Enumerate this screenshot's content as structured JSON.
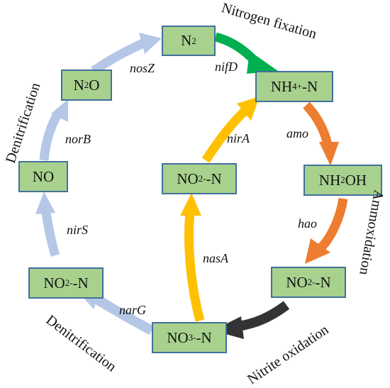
{
  "nodes": {
    "n2": {
      "base": "N",
      "sub": "2",
      "sup": "",
      "tail": ""
    },
    "nh4": {
      "base": "NH",
      "sub": "4",
      "sup": "+",
      "tail": "-N"
    },
    "nh2oh": {
      "base": "NH",
      "sub": "2",
      "sup": "",
      "tail": "OH"
    },
    "no2_right": {
      "base": "NO",
      "sub": "2",
      "sup": "-",
      "tail": "-N"
    },
    "no3": {
      "base": "NO",
      "sub": "3",
      "sup": "-",
      "tail": "-N"
    },
    "no2_left": {
      "base": "NO",
      "sub": "2",
      "sup": "-",
      "tail": "-N"
    },
    "no": {
      "base": "NO",
      "sub": "",
      "sup": "",
      "tail": ""
    },
    "n2o": {
      "base": "N",
      "sub": "2",
      "sup": "",
      "tail": "O"
    },
    "no2_center": {
      "base": "NO",
      "sub": "2",
      "sup": "-",
      "tail": "-N"
    }
  },
  "genes": {
    "nosZ": "nosZ",
    "nifD": "nifD",
    "amo": "amo",
    "hao": "hao",
    "norB": "norB",
    "nirS": "nirS",
    "narG": "narG",
    "nirA": "nirA",
    "nasA": "nasA"
  },
  "processes": {
    "nitrogen_fixation": "Nitrogen fixation",
    "denitrification_top": "Denitrification",
    "ammoxidation": "Ammoxidation",
    "nitrite_oxidation": "Nitrite oxidation",
    "denitrification_bottom": "Denitrification"
  },
  "colors": {
    "node_fill": "#a9d18e",
    "node_border": "#41719c",
    "nitrogen_fixation_arrow": "#00b050",
    "ammoxidation_arrow": "#ed7d31",
    "nitrite_oxidation_arrow": "#333333",
    "denitrification_arrow": "#b4c7e7",
    "assimilation_arrow": "#ffc000"
  }
}
